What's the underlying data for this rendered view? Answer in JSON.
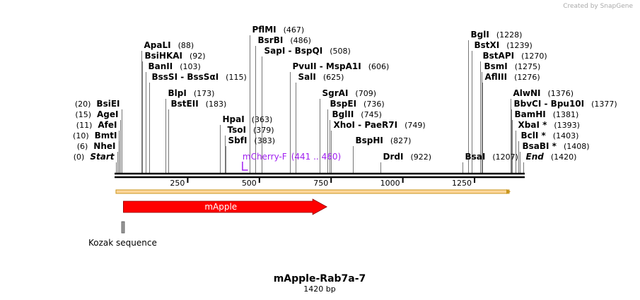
{
  "credit": "Created by SnapGene",
  "title": "mApple-Rab7a-7",
  "subtitle": "1420 bp",
  "sequence_length": 1420,
  "ruler_ticks": [
    "250",
    "500",
    "750",
    "1000",
    "1250"
  ],
  "sites": [
    {
      "name": "Start",
      "pos": 0,
      "pos_text": "(0)"
    },
    {
      "name": "NheI",
      "pos": 6,
      "pos_text": "(6)"
    },
    {
      "name": "BmtI",
      "pos": 10,
      "pos_text": "(10)"
    },
    {
      "name": "AfeI",
      "pos": 11,
      "pos_text": "(11)"
    },
    {
      "name": "AgeI",
      "pos": 15,
      "pos_text": "(15)"
    },
    {
      "name": "BsiEI",
      "pos": 20,
      "pos_text": "(20)"
    },
    {
      "name": "ApaLI",
      "pos": 88,
      "pos_text": "(88)"
    },
    {
      "name": "BsiHKAI",
      "pos": 92,
      "pos_text": "(92)"
    },
    {
      "name": "BanII",
      "pos": 103,
      "pos_text": "(103)"
    },
    {
      "name": "BssSI  -  BssSαI",
      "pos": 115,
      "pos_text": "(115)"
    },
    {
      "name": "BlpI",
      "pos": 173,
      "pos_text": "(173)"
    },
    {
      "name": "BstEII",
      "pos": 183,
      "pos_text": "(183)"
    },
    {
      "name": "HpaI",
      "pos": 363,
      "pos_text": "(363)"
    },
    {
      "name": "TsoI",
      "pos": 379,
      "pos_text": "(379)"
    },
    {
      "name": "SbfI",
      "pos": 383,
      "pos_text": "(383)"
    },
    {
      "name": "PflMI",
      "pos": 467,
      "pos_text": "(467)"
    },
    {
      "name": "BsrBI",
      "pos": 486,
      "pos_text": "(486)"
    },
    {
      "name": "SapI  -  BspQI",
      "pos": 508,
      "pos_text": "(508)"
    },
    {
      "name": "PvuII  -  MspA1I",
      "pos": 606,
      "pos_text": "(606)"
    },
    {
      "name": "SalI",
      "pos": 625,
      "pos_text": "(625)"
    },
    {
      "name": "SgrAI",
      "pos": 709,
      "pos_text": "(709)"
    },
    {
      "name": "BspEI",
      "pos": 736,
      "pos_text": "(736)"
    },
    {
      "name": "BglII",
      "pos": 745,
      "pos_text": "(745)"
    },
    {
      "name": "XhoI  -  PaeR7I",
      "pos": 749,
      "pos_text": "(749)"
    },
    {
      "name": "BspHI",
      "pos": 827,
      "pos_text": "(827)"
    },
    {
      "name": "DrdI",
      "pos": 922,
      "pos_text": "(922)"
    },
    {
      "name": "BsaI",
      "pos": 1207,
      "pos_text": "(1207)"
    },
    {
      "name": "BglI",
      "pos": 1228,
      "pos_text": "(1228)"
    },
    {
      "name": "BstXI",
      "pos": 1239,
      "pos_text": "(1239)"
    },
    {
      "name": "BstAPI",
      "pos": 1270,
      "pos_text": "(1270)"
    },
    {
      "name": "BsmI",
      "pos": 1275,
      "pos_text": "(1275)"
    },
    {
      "name": "AflIII",
      "pos": 1276,
      "pos_text": "(1276)"
    },
    {
      "name": "AlwNI",
      "pos": 1376,
      "pos_text": "(1376)"
    },
    {
      "name": "BbvCI  -  Bpu10I",
      "pos": 1377,
      "pos_text": "(1377)"
    },
    {
      "name": "BamHI",
      "pos": 1381,
      "pos_text": "(1381)"
    },
    {
      "name": "XbaI *",
      "pos": 1393,
      "pos_text": "(1393)"
    },
    {
      "name": "BclI *",
      "pos": 1403,
      "pos_text": "(1403)"
    },
    {
      "name": "BsaBI *",
      "pos": 1408,
      "pos_text": "(1408)"
    },
    {
      "name": "End",
      "pos": 1420,
      "pos_text": "(1420)"
    }
  ],
  "primer": {
    "label": "mCherry-F",
    "range": "(441 .. 460)",
    "start": 441,
    "end": 460
  },
  "features": [
    {
      "label": "mApple",
      "start": 6,
      "end": 735,
      "color": "#ff0000"
    }
  ],
  "annotations": [
    {
      "label": "Kozak sequence",
      "start": 0,
      "end": 6
    }
  ],
  "colors": {
    "backbone": "#000000",
    "cds_bar_fill": "#ffd79b",
    "cds_bar_edge": "#c8961e",
    "primer": "#a020f0"
  }
}
